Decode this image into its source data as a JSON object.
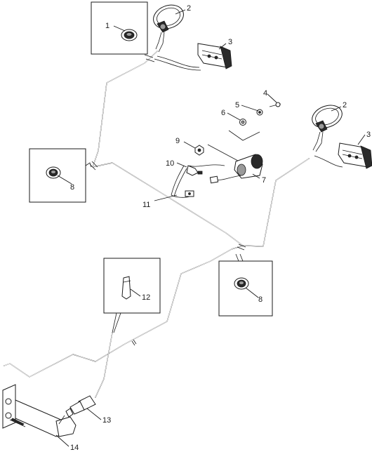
{
  "callouts": {
    "c1": "1",
    "c2a": "2",
    "c2b": "2",
    "c3a": "3",
    "c3b": "3",
    "c4": "4",
    "c5": "5",
    "c6": "6",
    "c7": "7",
    "c8a": "8",
    "c8b": "8",
    "c9": "9",
    "c10": "10",
    "c11": "11",
    "c12": "12",
    "c13": "13",
    "c14": "14"
  }
}
